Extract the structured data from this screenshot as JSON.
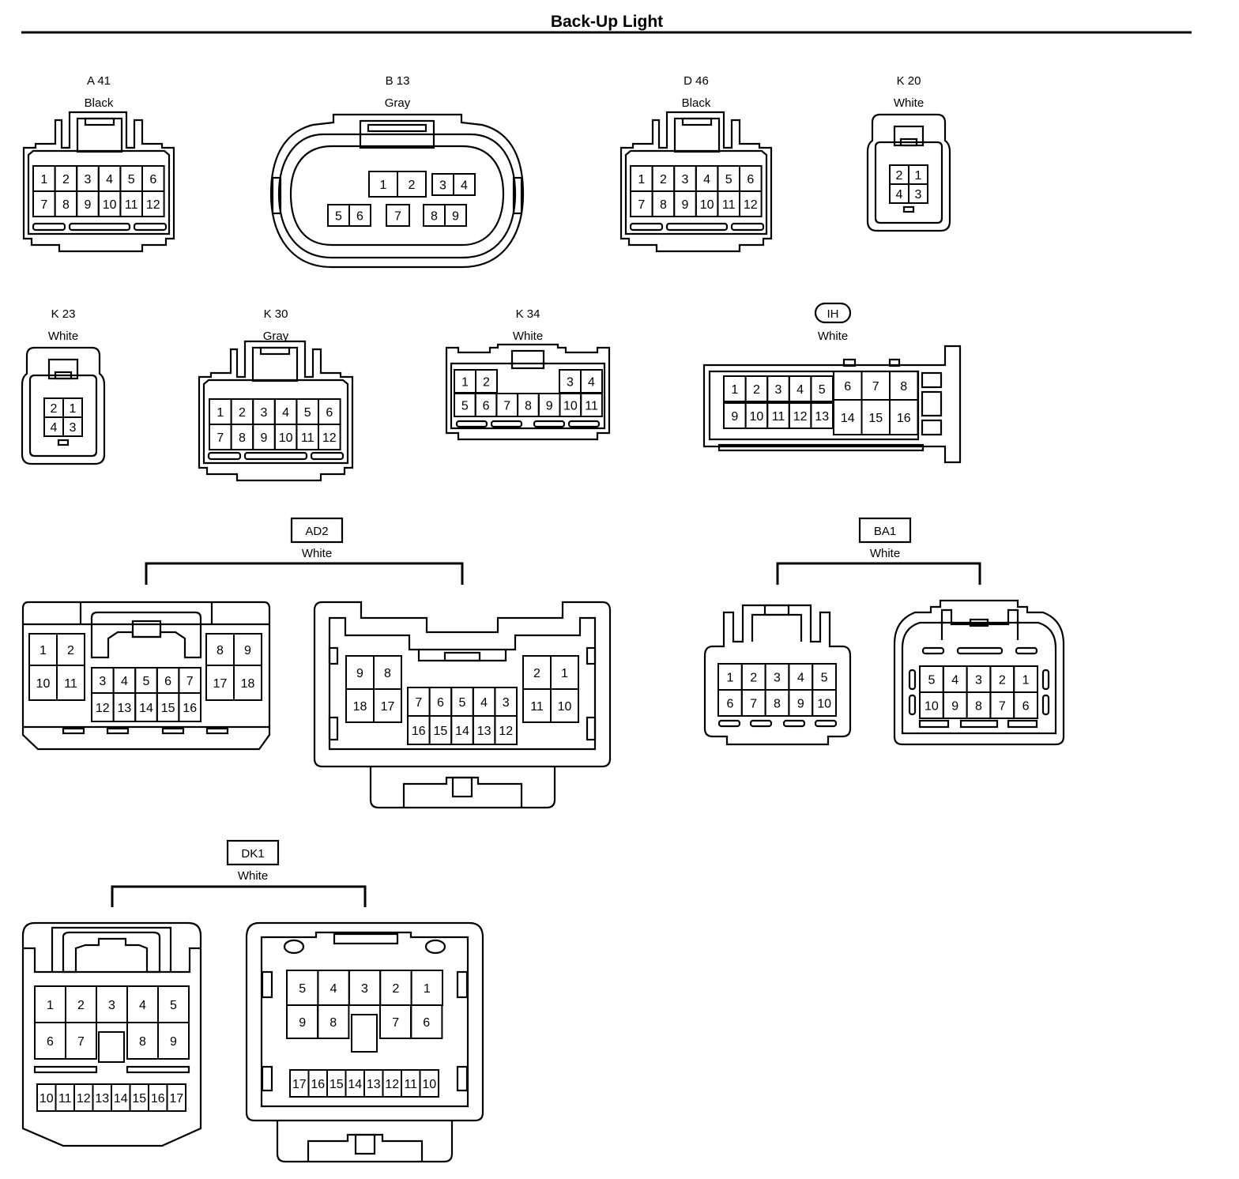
{
  "title": "Back-Up Light",
  "connectors": {
    "a41": {
      "code": "A 41",
      "color": "Black",
      "pins": [
        "1",
        "2",
        "3",
        "4",
        "5",
        "6",
        "7",
        "8",
        "9",
        "10",
        "11",
        "12"
      ]
    },
    "b13": {
      "code": "B 13",
      "color": "Gray",
      "pins": [
        "1",
        "2",
        "3",
        "4",
        "5",
        "6",
        "7",
        "8",
        "9"
      ]
    },
    "d46": {
      "code": "D 46",
      "color": "Black",
      "pins": [
        "1",
        "2",
        "3",
        "4",
        "5",
        "6",
        "7",
        "8",
        "9",
        "10",
        "11",
        "12"
      ]
    },
    "k20": {
      "code": "K 20",
      "color": "White",
      "pins": [
        "2",
        "1",
        "4",
        "3"
      ]
    },
    "k23": {
      "code": "K 23",
      "color": "White",
      "pins": [
        "2",
        "1",
        "4",
        "3"
      ]
    },
    "k30": {
      "code": "K 30",
      "color": "Gray",
      "pins": [
        "1",
        "2",
        "3",
        "4",
        "5",
        "6",
        "7",
        "8",
        "9",
        "10",
        "11",
        "12"
      ]
    },
    "k34": {
      "code": "K 34",
      "color": "White",
      "pins": [
        "1",
        "2",
        "3",
        "4",
        "5",
        "6",
        "7",
        "8",
        "9",
        "10",
        "11"
      ]
    },
    "ih": {
      "code": "IH",
      "color": "White",
      "pins": [
        "1",
        "2",
        "3",
        "4",
        "5",
        "6",
        "7",
        "8",
        "9",
        "10",
        "11",
        "12",
        "13",
        "14",
        "15",
        "16"
      ]
    },
    "ad2": {
      "code": "AD2",
      "color": "White",
      "left_pins": [
        "1",
        "2",
        "8",
        "9",
        "10",
        "11",
        "17",
        "18",
        "3",
        "4",
        "5",
        "6",
        "7",
        "12",
        "13",
        "14",
        "15",
        "16"
      ],
      "right_pins": [
        "9",
        "8",
        "2",
        "1",
        "18",
        "17",
        "11",
        "10",
        "7",
        "6",
        "5",
        "4",
        "3",
        "16",
        "15",
        "14",
        "13",
        "12"
      ]
    },
    "ba1": {
      "code": "BA1",
      "color": "White",
      "left_pins": [
        "1",
        "2",
        "3",
        "4",
        "5",
        "6",
        "7",
        "8",
        "9",
        "10"
      ],
      "right_pins": [
        "5",
        "4",
        "3",
        "2",
        "1",
        "10",
        "9",
        "8",
        "7",
        "6"
      ]
    },
    "dk1": {
      "code": "DK1",
      "color": "White",
      "left_pins": [
        "1",
        "2",
        "3",
        "4",
        "5",
        "6",
        "7",
        "8",
        "9",
        "10",
        "11",
        "12",
        "13",
        "14",
        "15",
        "16",
        "17"
      ],
      "right_pins": [
        "5",
        "4",
        "3",
        "2",
        "1",
        "9",
        "8",
        "7",
        "6",
        "17",
        "16",
        "15",
        "14",
        "13",
        "12",
        "11",
        "10"
      ]
    }
  }
}
